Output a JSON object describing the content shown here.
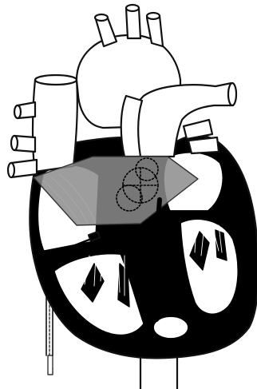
{
  "figure": {
    "colors": {
      "background": "#ffffff",
      "outline": "#111111",
      "myocardium": "#000000",
      "plane_fill": "#8c8c8c",
      "chamber": "#ffffff"
    },
    "parts": {
      "aorta": "aorta",
      "pulmonary_artery": "pulmonary-artery",
      "superior_vena_cava": "superior-vena-cava",
      "inferior_vena_cava": "inferior-vena-cava",
      "pulmonary_veins": "pulmonary-veins",
      "valve_plane": "shaded-valve-plane",
      "valve_rings": "dotted-valve-rings",
      "papillary_muscles": "papillary-muscles",
      "catheter": "catheter"
    }
  }
}
